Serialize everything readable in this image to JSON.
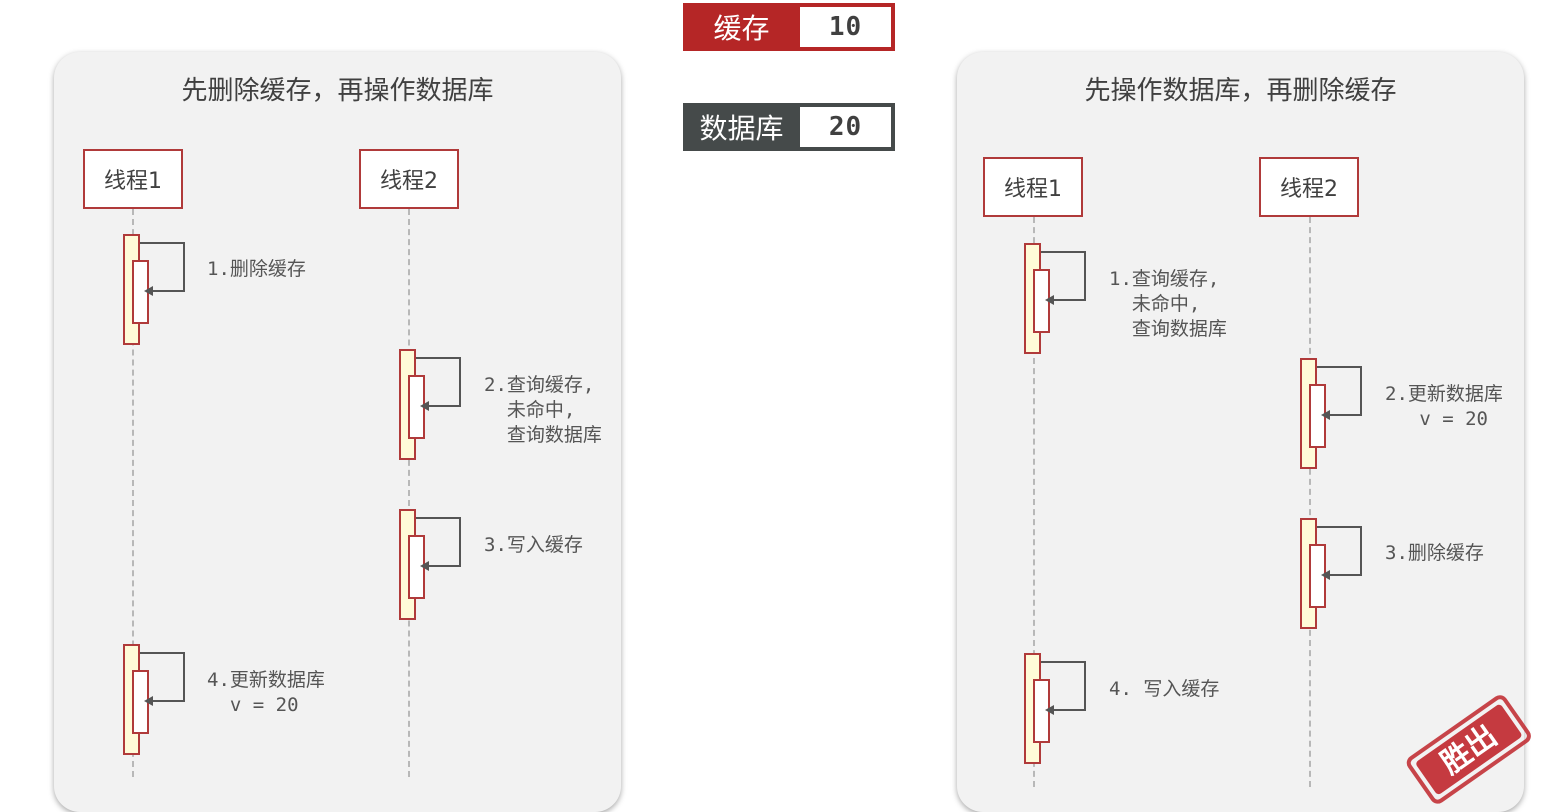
{
  "cache": {
    "label": "缓存",
    "value": "10"
  },
  "database": {
    "label": "数据库",
    "value": "20"
  },
  "left_panel": {
    "title": "先删除缓存，再操作数据库",
    "thread1": "线程1",
    "thread2": "线程2",
    "steps": [
      "1.删除缓存",
      "2.查询缓存,\n  未命中,\n  查询数据库",
      "3.写入缓存",
      "4.更新数据库\n  v = 20"
    ]
  },
  "right_panel": {
    "title": "先操作数据库，再删除缓存",
    "thread1": "线程1",
    "thread2": "线程2",
    "steps": [
      "1.查询缓存,\n  未命中,\n  查询数据库",
      "2.更新数据库\n   v = 20",
      "3.删除缓存",
      "4. 写入缓存"
    ],
    "stamp_text": "胜出"
  },
  "colors": {
    "accent_red": "#b03a3a",
    "cache_bg": "#b52626",
    "db_bg": "#454a4a",
    "activation_fill": "#fffbd8",
    "panel_bg": "#f2f2f2"
  }
}
